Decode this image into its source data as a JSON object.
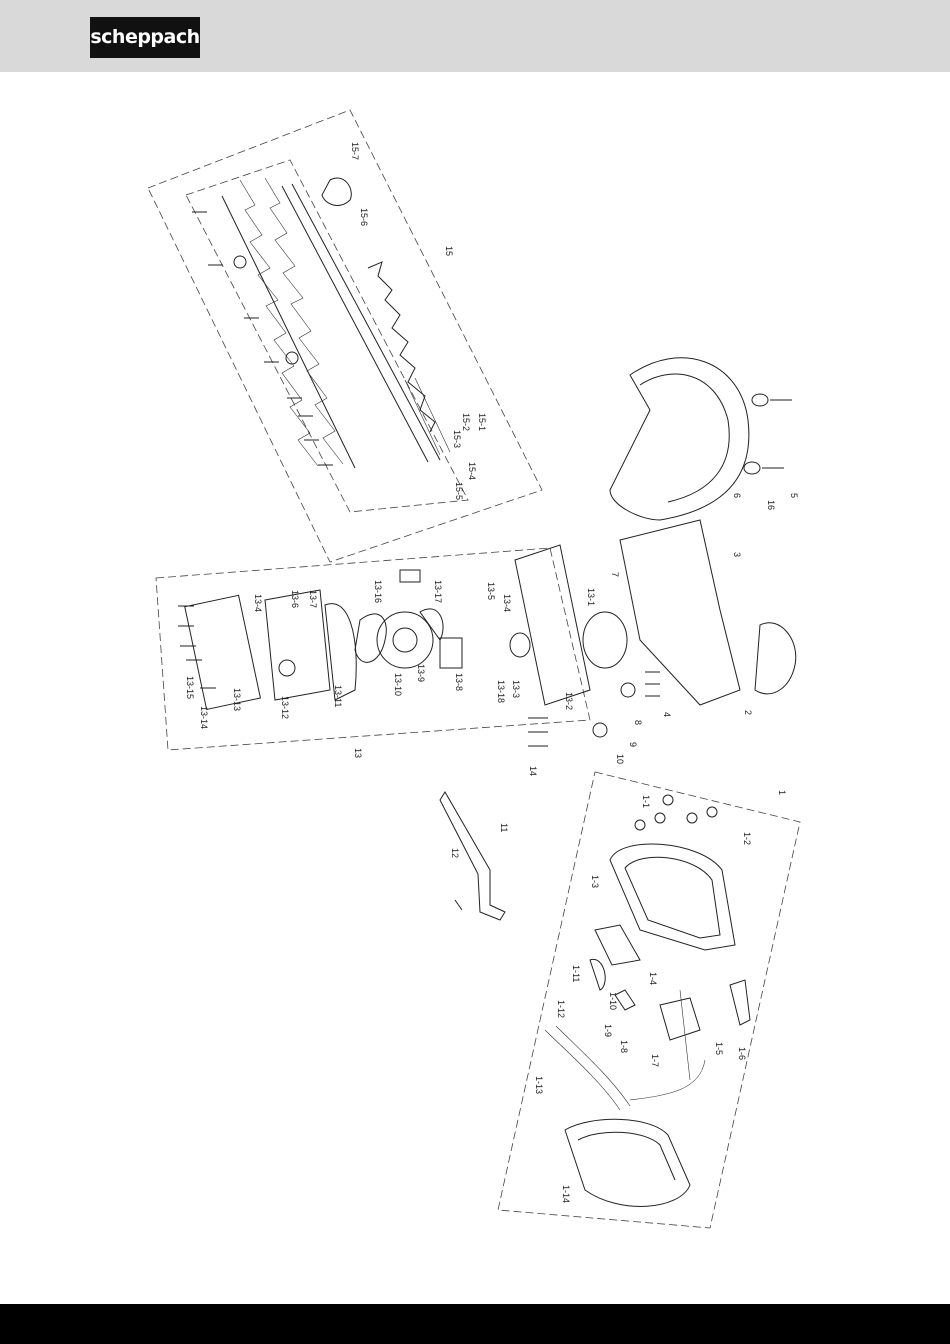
{
  "header": {
    "logo_text": "scheppach"
  },
  "diagram": {
    "group_labels": [
      "15",
      "13",
      "1"
    ],
    "labels": {
      "g15": [
        "15-7",
        "15-6",
        "15-1",
        "15-2",
        "15-3",
        "15-4",
        "15-5"
      ],
      "g13": [
        "13-1",
        "13-2",
        "13-3",
        "13-4",
        "13-5",
        "13-6",
        "13-7",
        "13-8",
        "13-9",
        "13-10",
        "13-11",
        "13-12",
        "13-13",
        "13-14",
        "13-15",
        "13-16",
        "13-17",
        "13-18"
      ],
      "mid": [
        "2",
        "3",
        "4",
        "5",
        "6",
        "7",
        "8",
        "9",
        "10",
        "11",
        "12",
        "14",
        "16"
      ],
      "g1": [
        "1-1",
        "1-2",
        "1-3",
        "1-4",
        "1-5",
        "1-6",
        "1-7",
        "1-8",
        "1-9",
        "1-10",
        "1-11",
        "1-12",
        "1-13",
        "1-14"
      ]
    }
  }
}
